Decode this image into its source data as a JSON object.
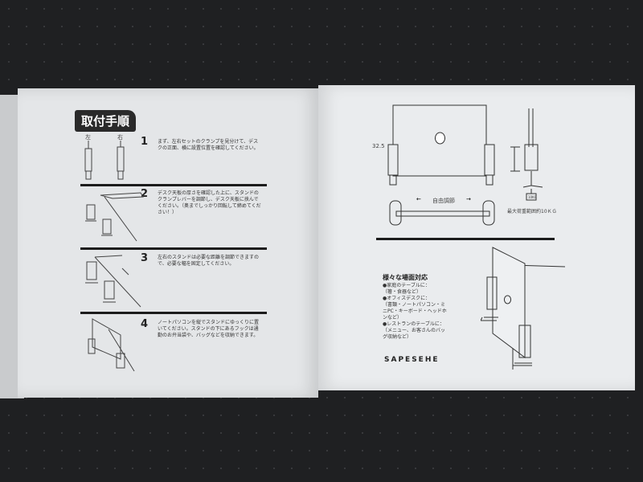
{
  "left_page": {
    "title": "取付手順",
    "labels": {
      "left": "左",
      "right": "右"
    },
    "steps": [
      {
        "number": "1",
        "text": "まず、左右セットのクランプを見分けて、デスクの正面、横に設置位置を確認してください。"
      },
      {
        "number": "2",
        "text": "デスク天板の厚さを確認した上に、スタンドのクランプレバーを調節し、デスク天板に挟んでください。（奥までしっかり回転して締めてください！）"
      },
      {
        "number": "3",
        "text": "左右のスタンドは必要な距離を調節できますので、必要な幅を固定してください。"
      },
      {
        "number": "4",
        "text": "ノートパソコンを縦でスタンドにゆっくりに置いてください。スタンドの下にあるフックは通勤のお弁当袋や、バッグなどを収納できます。"
      }
    ]
  },
  "right_page": {
    "dimension": "32.5",
    "adjust_label": "自由調節",
    "max_load": "最大荷重範囲約10ＫＧ",
    "weight_tag": "10KG",
    "scenes_title": "様々な場面対応",
    "scenes": [
      "●家庭のテーブルに：",
      "（箸・食器など）",
      "●オフィスデスクに：",
      "（書類・ノートパソコン・ミニPC・キーボード・ヘッドホンなど）",
      "●レストランのテーブルに：",
      "（メニュー、お客さんのバッグ収納など）"
    ],
    "brand": "SAPESEHE"
  }
}
